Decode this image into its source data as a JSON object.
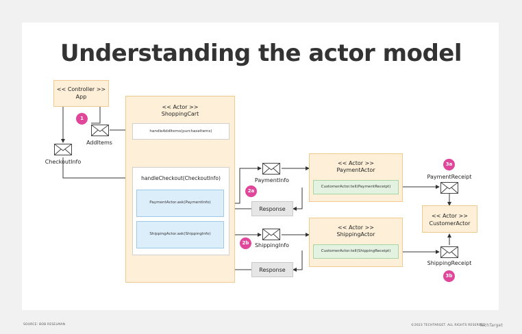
{
  "title": "Understanding the actor model",
  "controller": {
    "stereotype": "<< Controller >>",
    "name": "App"
  },
  "shopping_cart": {
    "stereotype": "<< Actor >>",
    "name": "ShoppingCart",
    "handler_add": "handleAddItems(purchaseItems)",
    "handler_checkout": "handleCheckout(CheckoutInfo)",
    "payment_ask": "PaymentActor.ask(PaymentInfo)",
    "shipping_ask": "ShippingActor.ask(ShippingInfo)"
  },
  "payment_actor": {
    "stereotype": "<< Actor >>",
    "name": "PaymentActor",
    "tell": "CustomerActor.tell(PaymentReceipt)"
  },
  "shipping_actor": {
    "stereotype": "<< Actor >>",
    "name": "ShippingActor",
    "tell": "CustomerActor.tell(ShippingReceipt)"
  },
  "customer_actor": {
    "stereotype": "<< Actor >>",
    "name": "CustomerActor"
  },
  "messages": {
    "add_items": "AddItems",
    "checkout_info": "CheckoutInfo",
    "payment_info": "PaymentInfo",
    "shipping_info": "ShippingInfo",
    "payment_receipt": "PaymentReceipt",
    "shipping_receipt": "ShippingReceipt",
    "response": "Response"
  },
  "badges": {
    "b1": "1",
    "b2a": "2a",
    "b2b": "2b",
    "b3a": "3a",
    "b3b": "3b"
  },
  "footer": {
    "source": "SOURCE: BOB RESELMAN",
    "copyright": "©2023 TECHTARGET. ALL RIGHTS RESERVED",
    "brand": "TechTarget"
  },
  "colors": {
    "actor_fill": "#fdefd8",
    "ask_fill": "#ddeefb",
    "tell_fill": "#e3f2e1",
    "badge": "#e0479a"
  }
}
